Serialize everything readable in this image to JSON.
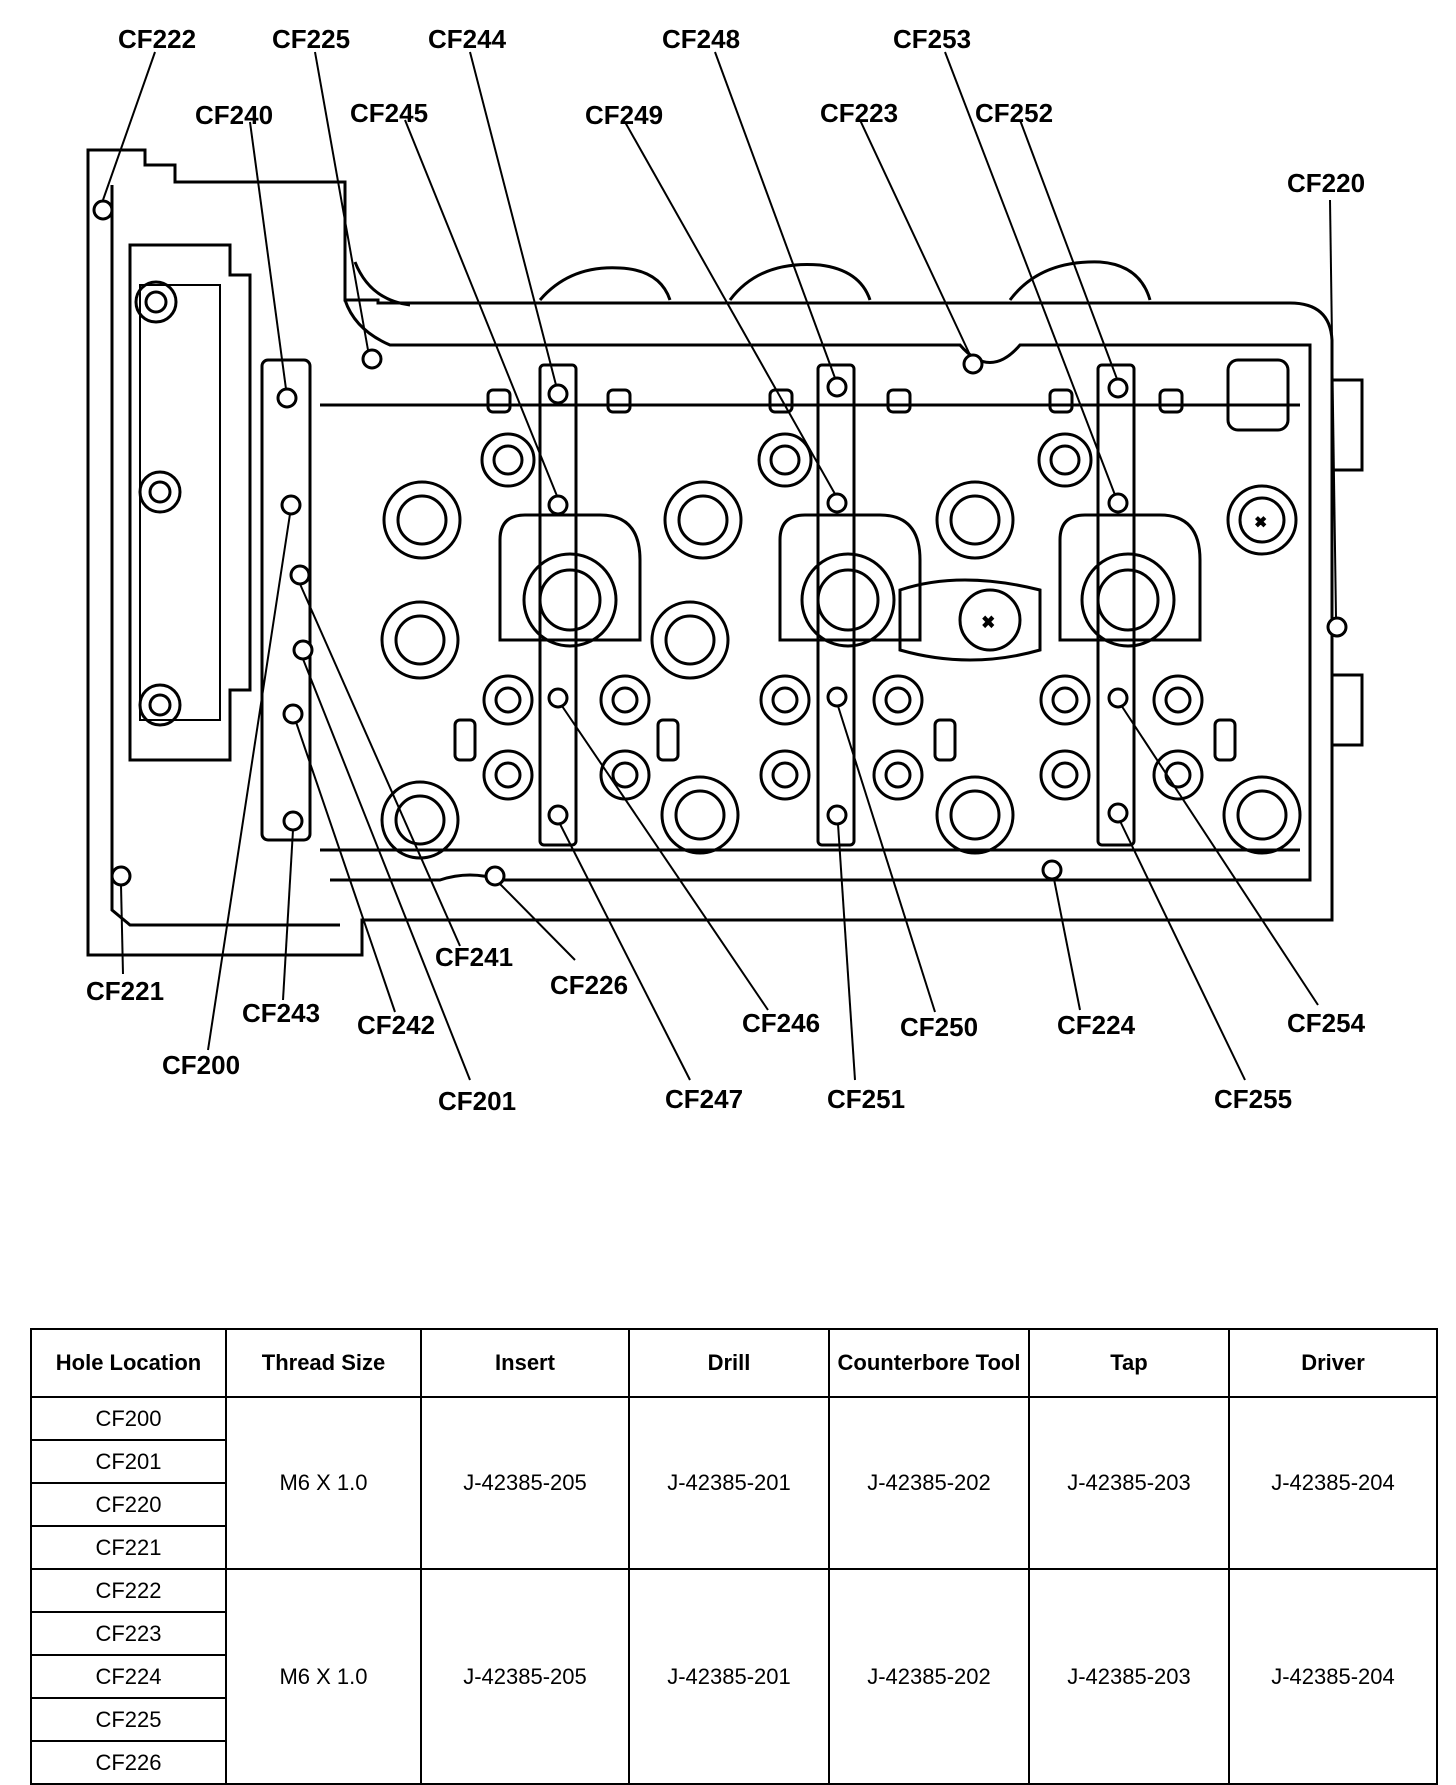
{
  "diagram": {
    "callouts": [
      {
        "label": "CF222"
      },
      {
        "label": "CF225"
      },
      {
        "label": "CF244"
      },
      {
        "label": "CF248"
      },
      {
        "label": "CF253"
      },
      {
        "label": "CF240"
      },
      {
        "label": "CF245"
      },
      {
        "label": "CF249"
      },
      {
        "label": "CF223"
      },
      {
        "label": "CF252"
      },
      {
        "label": "CF220"
      },
      {
        "label": "CF221"
      },
      {
        "label": "CF243"
      },
      {
        "label": "CF242"
      },
      {
        "label": "CF200"
      },
      {
        "label": "CF241"
      },
      {
        "label": "CF226"
      },
      {
        "label": "CF201"
      },
      {
        "label": "CF247"
      },
      {
        "label": "CF246"
      },
      {
        "label": "CF251"
      },
      {
        "label": "CF250"
      },
      {
        "label": "CF224"
      },
      {
        "label": "CF254"
      },
      {
        "label": "CF255"
      }
    ]
  },
  "table": {
    "headers": [
      "Hole Location",
      "Thread Size",
      "Insert",
      "Drill",
      "Counterbore Tool",
      "Tap",
      "Driver"
    ],
    "groups": [
      {
        "holes": [
          "CF200",
          "CF201",
          "CF220",
          "CF221"
        ],
        "thread_size": "M6 X 1.0",
        "insert": "J-42385-205",
        "drill": "J-42385-201",
        "counterbore": "J-42385-202",
        "tap": "J-42385-203",
        "driver": "J-42385-204"
      },
      {
        "holes": [
          "CF222",
          "CF223",
          "CF224",
          "CF225",
          "CF226"
        ],
        "thread_size": "M6 X 1.0",
        "insert": "J-42385-205",
        "drill": "J-42385-201",
        "counterbore": "J-42385-202",
        "tap": "J-42385-203",
        "driver": "J-42385-204"
      }
    ]
  }
}
